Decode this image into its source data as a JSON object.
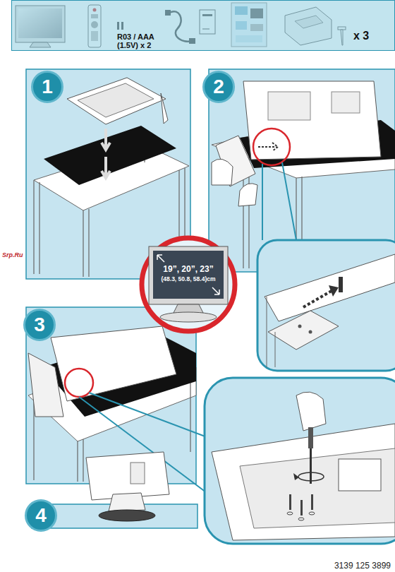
{
  "diagram": {
    "nodes": [
      {
        "text": [
          "R03 / AAA (1.5V) x 2",
          "x 3"
        ]
      },
      {
        "text": [
          "1"
        ]
      },
      {
        "text": [
          "2"
        ]
      },
      {
        "text": [
          "19”, 20”, 23”",
          "(48.3, 50.8, 58.4)cm"
        ]
      },
      {
        "text": [
          "3"
        ]
      },
      {
        "text": [
          "4"
        ]
      }
    ],
    "labels": [
      "3139 125 3899",
      "Srp.Ru"
    ]
  }
}
